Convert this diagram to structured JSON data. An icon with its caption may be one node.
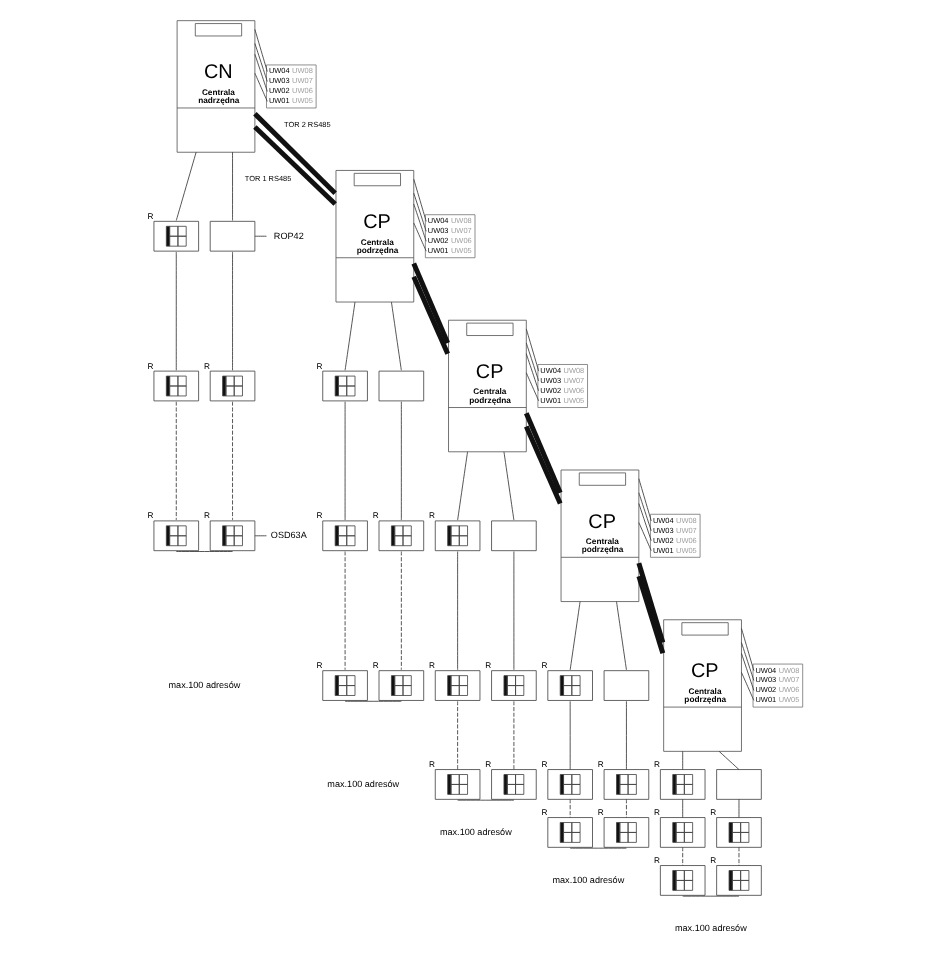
{
  "diagram": {
    "nodes": [
      {
        "text": [
          "CN",
          "Centrala nadrzędna"
        ]
      },
      {
        "text": [
          "UW04",
          "UW08",
          "UW03",
          "UW07",
          "UW02",
          "UW06",
          "UW01",
          "UW05"
        ]
      },
      {
        "text": [],
        "shape": "box",
        "beside": [
          "R"
        ]
      },
      {
        "text": [],
        "shape": "box"
      },
      {
        "text": [],
        "shape": "box",
        "beside": [
          "R"
        ]
      },
      {
        "text": [],
        "shape": "box",
        "beside": [
          "R"
        ]
      },
      {
        "text": [],
        "shape": "box",
        "beside": [
          "R"
        ]
      },
      {
        "text": [],
        "shape": "box",
        "beside": [
          "R"
        ]
      },
      {
        "text": [
          "ROP42"
        ]
      },
      {
        "text": [
          "OSD63A"
        ]
      },
      {
        "text": [
          "CP",
          "Centrala podrzędna"
        ]
      },
      {
        "text": [
          "UW04",
          "UW08",
          "UW03",
          "UW07",
          "UW02",
          "UW06",
          "UW01",
          "UW05"
        ]
      },
      {
        "text": [],
        "shape": "box",
        "beside": [
          "R"
        ]
      },
      {
        "text": [],
        "shape": "box"
      },
      {
        "text": [],
        "shape": "box",
        "beside": [
          "R"
        ]
      },
      {
        "text": [],
        "shape": "box",
        "beside": [
          "R"
        ]
      },
      {
        "text": [],
        "shape": "box",
        "beside": [
          "R"
        ]
      },
      {
        "text": [],
        "shape": "box",
        "beside": [
          "R"
        ]
      },
      {
        "text": [
          "CP",
          "Centrala podrzędna"
        ]
      },
      {
        "text": [
          "UW04",
          "UW08",
          "UW03",
          "UW07",
          "UW02",
          "UW06",
          "UW01",
          "UW05"
        ]
      },
      {
        "text": [],
        "shape": "box",
        "beside": [
          "R"
        ]
      },
      {
        "text": [],
        "shape": "box"
      },
      {
        "text": [],
        "shape": "box",
        "beside": [
          "R"
        ]
      },
      {
        "text": [],
        "shape": "box",
        "beside": [
          "R"
        ]
      },
      {
        "text": [],
        "shape": "box",
        "beside": [
          "R"
        ]
      },
      {
        "text": [],
        "shape": "box",
        "beside": [
          "R"
        ]
      },
      {
        "text": [
          "CP",
          "Centrala podrzędna"
        ]
      },
      {
        "text": [
          "UW04",
          "UW08",
          "UW03",
          "UW07",
          "UW02",
          "UW06",
          "UW01",
          "UW05"
        ]
      },
      {
        "text": [],
        "shape": "box",
        "beside": [
          "R"
        ]
      },
      {
        "text": [],
        "shape": "box"
      },
      {
        "text": [],
        "shape": "box",
        "beside": [
          "R"
        ]
      },
      {
        "text": [],
        "shape": "box",
        "beside": [
          "R"
        ]
      },
      {
        "text": [],
        "shape": "box",
        "beside": [
          "R"
        ]
      },
      {
        "text": [],
        "shape": "box",
        "beside": [
          "R"
        ]
      },
      {
        "text": [
          "CP",
          "Centrala podrzędna"
        ]
      },
      {
        "text": [
          "UW04",
          "UW08",
          "UW03",
          "UW07",
          "UW02",
          "UW06",
          "UW01",
          "UW05"
        ]
      },
      {
        "text": [],
        "shape": "box",
        "beside": [
          "R"
        ]
      },
      {
        "text": [],
        "shape": "box"
      },
      {
        "text": [],
        "shape": "box",
        "beside": [
          "R"
        ]
      },
      {
        "text": [],
        "shape": "box",
        "beside": [
          "R"
        ]
      },
      {
        "text": [],
        "shape": "box",
        "beside": [
          "R"
        ]
      },
      {
        "text": [],
        "shape": "box",
        "beside": [
          "R"
        ]
      }
    ],
    "edges": [
      {
        "from": 0,
        "to": 1,
        "arrow": "none"
      },
      {
        "from": 0,
        "to": 1,
        "arrow": "none"
      },
      {
        "from": 0,
        "to": 1,
        "arrow": "none"
      },
      {
        "from": 0,
        "to": 1,
        "arrow": "none"
      },
      {
        "from": 0,
        "to": 2,
        "arrow": "none"
      },
      {
        "from": 2,
        "to": 4,
        "arrow": "none"
      },
      {
        "from": 4,
        "to": 6,
        "arrow": "none",
        "style": "dashed"
      },
      {
        "from": 0,
        "to": 3,
        "arrow": "none"
      },
      {
        "from": 3,
        "to": 5,
        "arrow": "none"
      },
      {
        "from": 5,
        "to": 7,
        "arrow": "none",
        "style": "dashed"
      },
      {
        "from": 6,
        "to": 7,
        "arrow": "none"
      },
      {
        "from": 8,
        "to": 3,
        "arrow": "none"
      },
      {
        "from": 9,
        "to": 7,
        "arrow": "none"
      },
      {
        "from": 0,
        "to": 10,
        "arrow": "none",
        "label": "TOR 2 RS485",
        "style": "thick"
      },
      {
        "from": 0,
        "to": 10,
        "arrow": "none",
        "label": "TOR 1 RS485",
        "style": "thick"
      },
      {
        "from": 10,
        "to": 11,
        "arrow": "none"
      },
      {
        "from": 10,
        "to": 11,
        "arrow": "none"
      },
      {
        "from": 10,
        "to": 11,
        "arrow": "none"
      },
      {
        "from": 10,
        "to": 11,
        "arrow": "none"
      },
      {
        "from": 10,
        "to": 12,
        "arrow": "none"
      },
      {
        "from": 12,
        "to": 14,
        "arrow": "none"
      },
      {
        "from": 14,
        "to": 16,
        "arrow": "none",
        "style": "dashed"
      },
      {
        "from": 10,
        "to": 13,
        "arrow": "none"
      },
      {
        "from": 13,
        "to": 15,
        "arrow": "none"
      },
      {
        "from": 15,
        "to": 17,
        "arrow": "none",
        "style": "dashed"
      },
      {
        "from": 16,
        "to": 17,
        "arrow": "none"
      },
      {
        "from": 10,
        "to": 18,
        "arrow": "none",
        "style": "thick"
      },
      {
        "from": 10,
        "to": 18,
        "arrow": "none",
        "style": "thick"
      },
      {
        "from": 18,
        "to": 19,
        "arrow": "none"
      },
      {
        "from": 18,
        "to": 19,
        "arrow": "none"
      },
      {
        "from": 18,
        "to": 19,
        "arrow": "none"
      },
      {
        "from": 18,
        "to": 19,
        "arrow": "none"
      },
      {
        "from": 18,
        "to": 20,
        "arrow": "none"
      },
      {
        "from": 20,
        "to": 22,
        "arrow": "none"
      },
      {
        "from": 22,
        "to": 24,
        "arrow": "none",
        "style": "dashed"
      },
      {
        "from": 18,
        "to": 21,
        "arrow": "none"
      },
      {
        "from": 21,
        "to": 23,
        "arrow": "none"
      },
      {
        "from": 23,
        "to": 25,
        "arrow": "none",
        "style": "dashed"
      },
      {
        "from": 24,
        "to": 25,
        "arrow": "none"
      },
      {
        "from": 18,
        "to": 26,
        "arrow": "none",
        "style": "thick"
      },
      {
        "from": 18,
        "to": 26,
        "arrow": "none",
        "style": "thick"
      },
      {
        "from": 26,
        "to": 27,
        "arrow": "none"
      },
      {
        "from": 26,
        "to": 27,
        "arrow": "none"
      },
      {
        "from": 26,
        "to": 27,
        "arrow": "none"
      },
      {
        "from": 26,
        "to": 27,
        "arrow": "none"
      },
      {
        "from": 26,
        "to": 28,
        "arrow": "none"
      },
      {
        "from": 28,
        "to": 30,
        "arrow": "none"
      },
      {
        "from": 30,
        "to": 32,
        "arrow": "none",
        "style": "dashed"
      },
      {
        "from": 26,
        "to": 29,
        "arrow": "none"
      },
      {
        "from": 29,
        "to": 31,
        "arrow": "none"
      },
      {
        "from": 31,
        "to": 33,
        "arrow": "none",
        "style": "dashed"
      },
      {
        "from": 32,
        "to": 33,
        "arrow": "none"
      },
      {
        "from": 26,
        "to": 34,
        "arrow": "none",
        "style": "thick"
      },
      {
        "from": 26,
        "to": 34,
        "arrow": "none",
        "style": "thick"
      },
      {
        "from": 34,
        "to": 35,
        "arrow": "none"
      },
      {
        "from": 34,
        "to": 35,
        "arrow": "none"
      },
      {
        "from": 34,
        "to": 35,
        "arrow": "none"
      },
      {
        "from": 34,
        "to": 35,
        "arrow": "none"
      },
      {
        "from": 34,
        "to": 36,
        "arrow": "none"
      },
      {
        "from": 36,
        "to": 38,
        "arrow": "none"
      },
      {
        "from": 38,
        "to": 40,
        "arrow": "none",
        "style": "dashed"
      },
      {
        "from": 34,
        "to": 37,
        "arrow": "none"
      },
      {
        "from": 37,
        "to": 39,
        "arrow": "none"
      },
      {
        "from": 39,
        "to": 41,
        "arrow": "none",
        "style": "dashed"
      },
      {
        "from": 40,
        "to": 41,
        "arrow": "none"
      }
    ],
    "labels": [
      "max.100 adresów",
      "max.100 adresów",
      "max.100 adresów",
      "max.100 adresów",
      "max.100 adresów"
    ]
  }
}
